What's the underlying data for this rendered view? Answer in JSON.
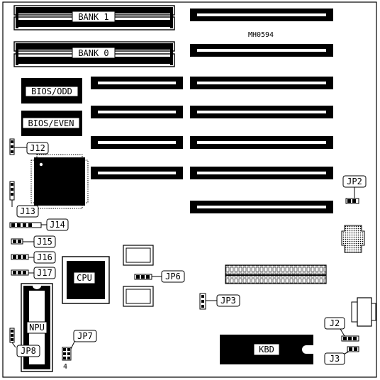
{
  "board": {
    "memory": {
      "bank1": "BANK 1",
      "bank0": "BANK 0"
    },
    "model": "MH0594",
    "bios_odd": "BIOS/ODD",
    "bios_even": "BIOS/EVEN",
    "cpu": "CPU",
    "npu": "NPU",
    "kbd": "KBD",
    "pin1_mark": "4",
    "jumpers": {
      "j12": "J12",
      "j13": "J13",
      "j14": "J14",
      "j15": "J15",
      "j16": "J16",
      "j17": "J17",
      "jp2": "JP2",
      "jp3": "JP3",
      "jp6": "JP6",
      "jp7": "JP7",
      "jp8": "JP8",
      "j2": "J2",
      "j3": "J3"
    }
  }
}
